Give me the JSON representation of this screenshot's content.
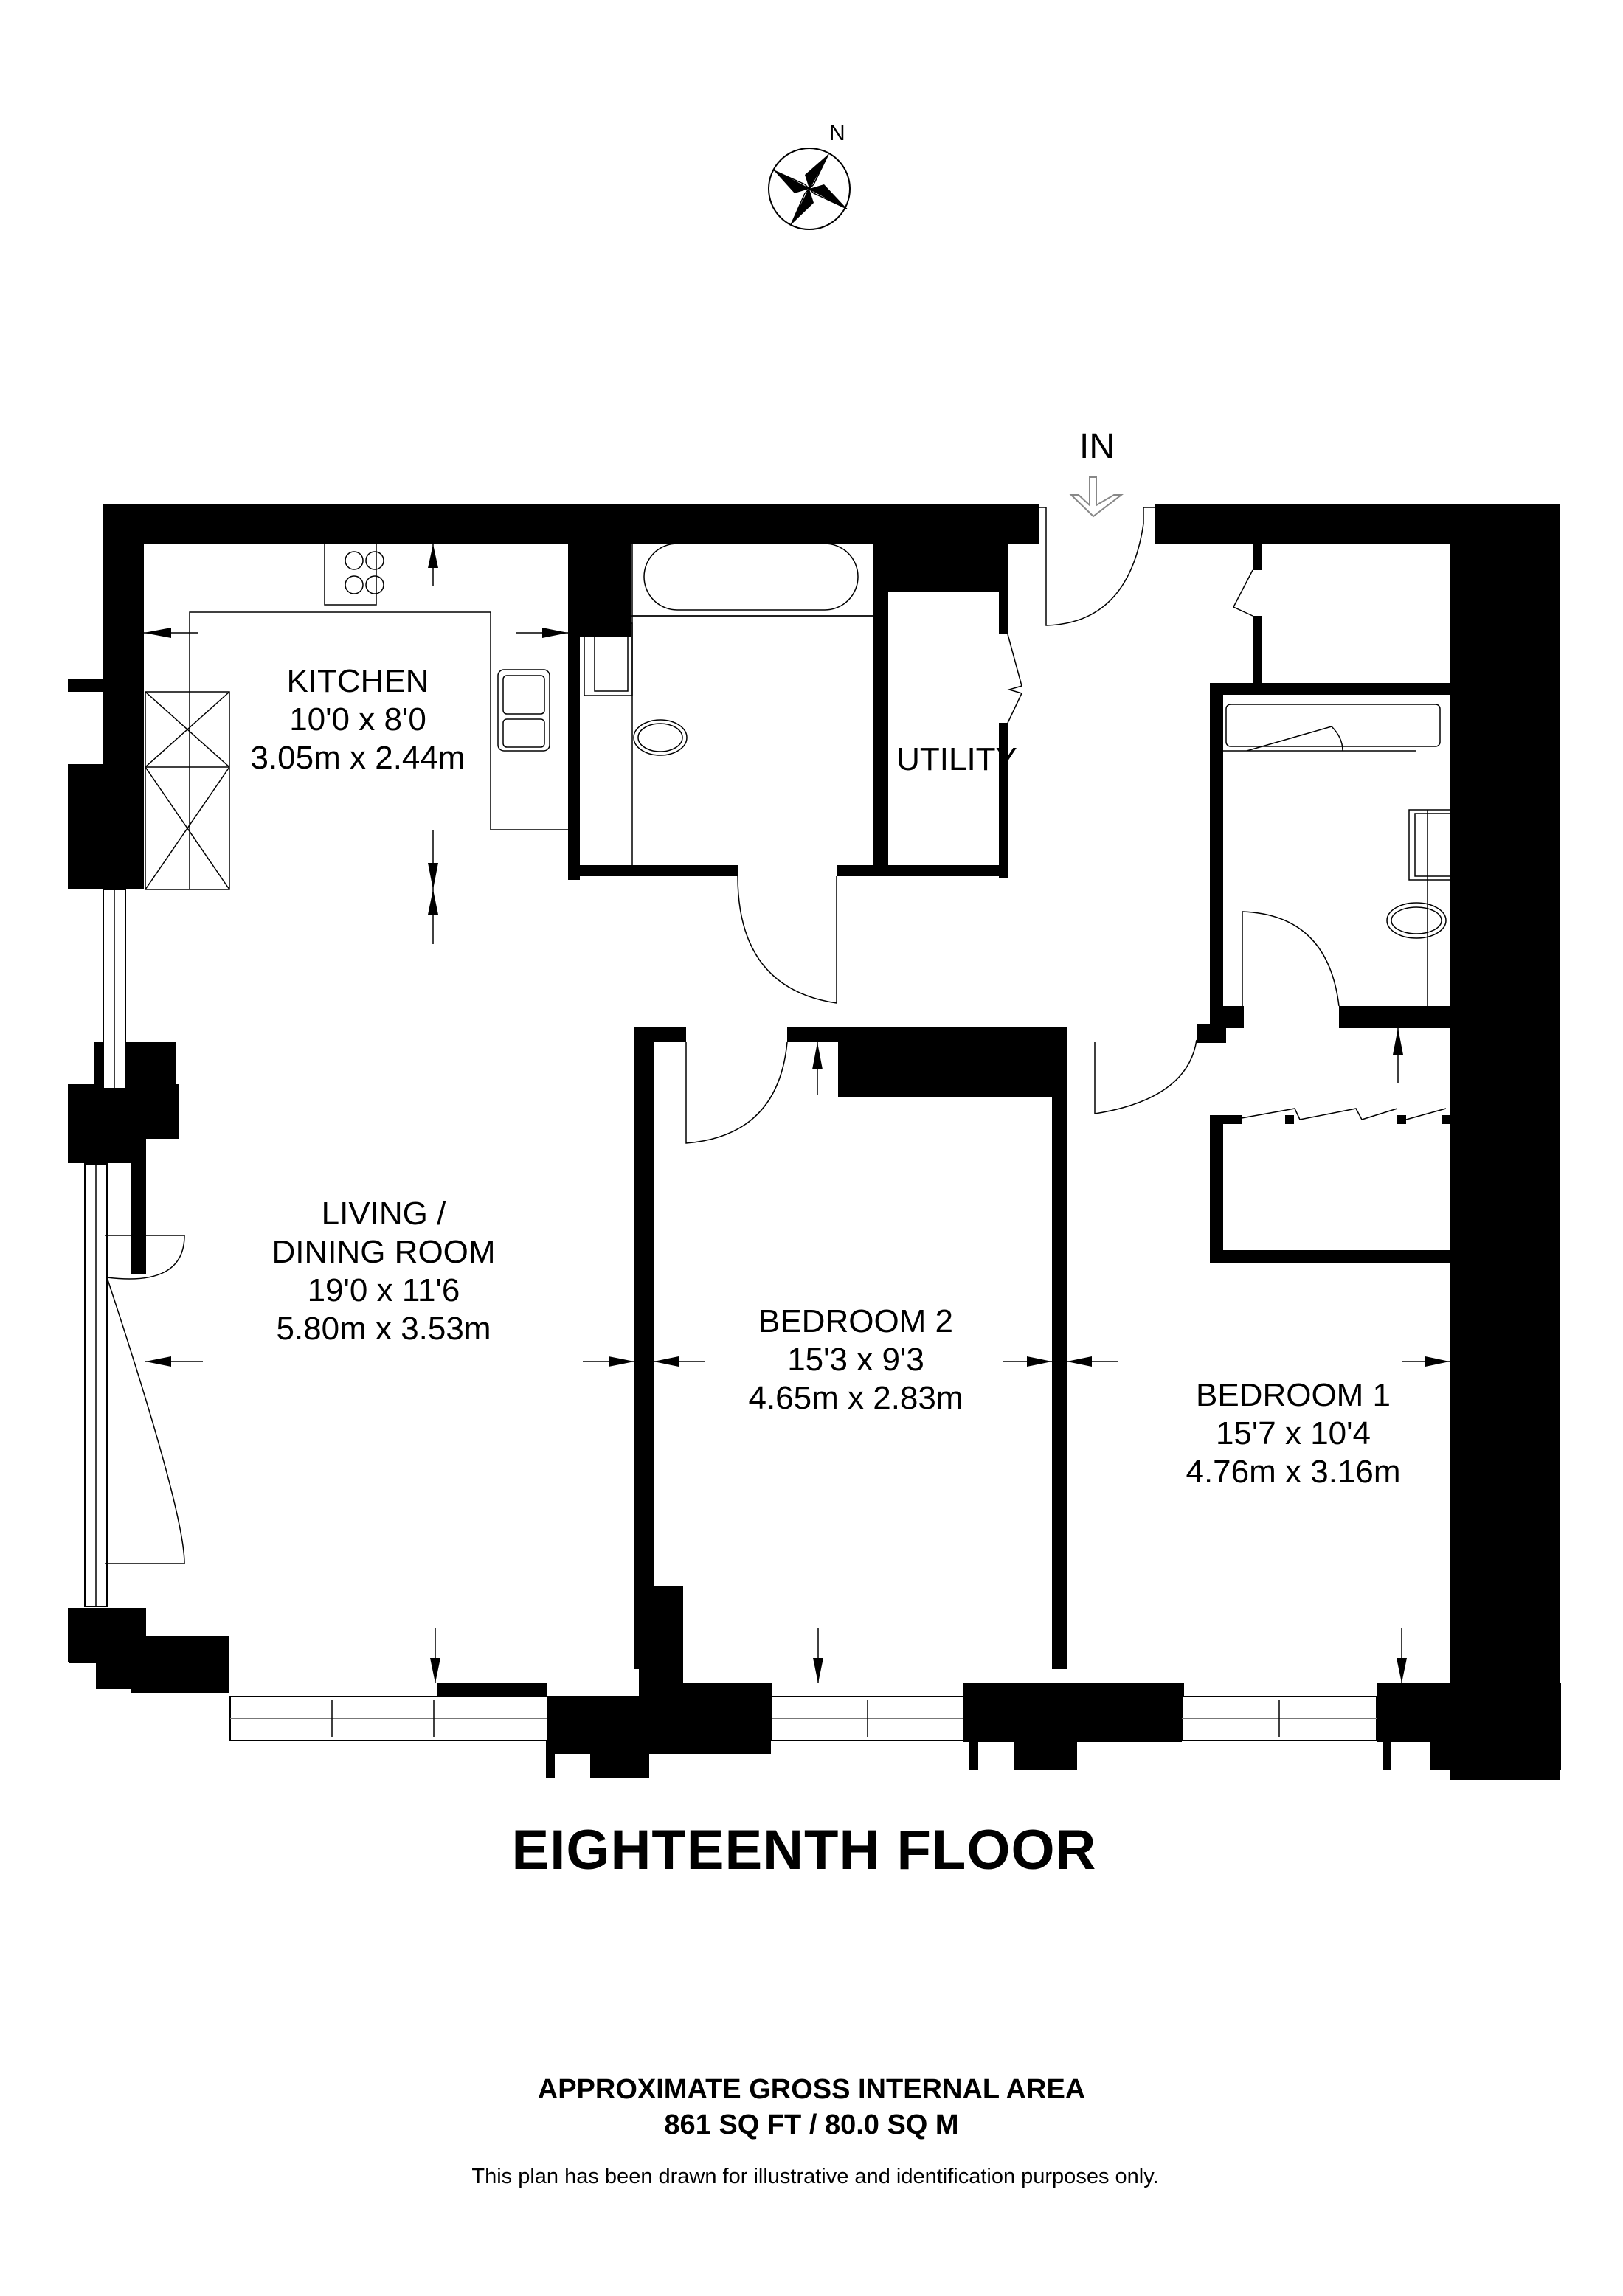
{
  "compass": {
    "label": "N",
    "icon": "compass-rose-icon"
  },
  "entrance": {
    "label": "IN",
    "icon": "entrance-arrow-icon"
  },
  "rooms": {
    "kitchen": {
      "name": "KITCHEN",
      "imperial": "10'0 x 8'0",
      "metric": "3.05m x 2.44m"
    },
    "utility": {
      "name": "UTILITY"
    },
    "living": {
      "name_line1": "LIVING /",
      "name_line2": "DINING ROOM",
      "imperial": "19'0 x 11'6",
      "metric": "5.80m x 3.53m"
    },
    "bedroom2": {
      "name": "BEDROOM 2",
      "imperial": "15'3 x 9'3",
      "metric": "4.65m x 2.83m"
    },
    "bedroom1": {
      "name": "BEDROOM 1",
      "imperial": "15'7 x 10'4",
      "metric": "4.76m x 3.16m"
    }
  },
  "floor_title": "EIGHTEENTH FLOOR",
  "area": {
    "heading": "APPROXIMATE GROSS INTERNAL AREA",
    "value": "861 SQ FT / 80.0 SQ M"
  },
  "disclaimer": "This plan has been drawn for illustrative and identification purposes only.",
  "colors": {
    "wall": "#000000",
    "background": "#ffffff"
  }
}
